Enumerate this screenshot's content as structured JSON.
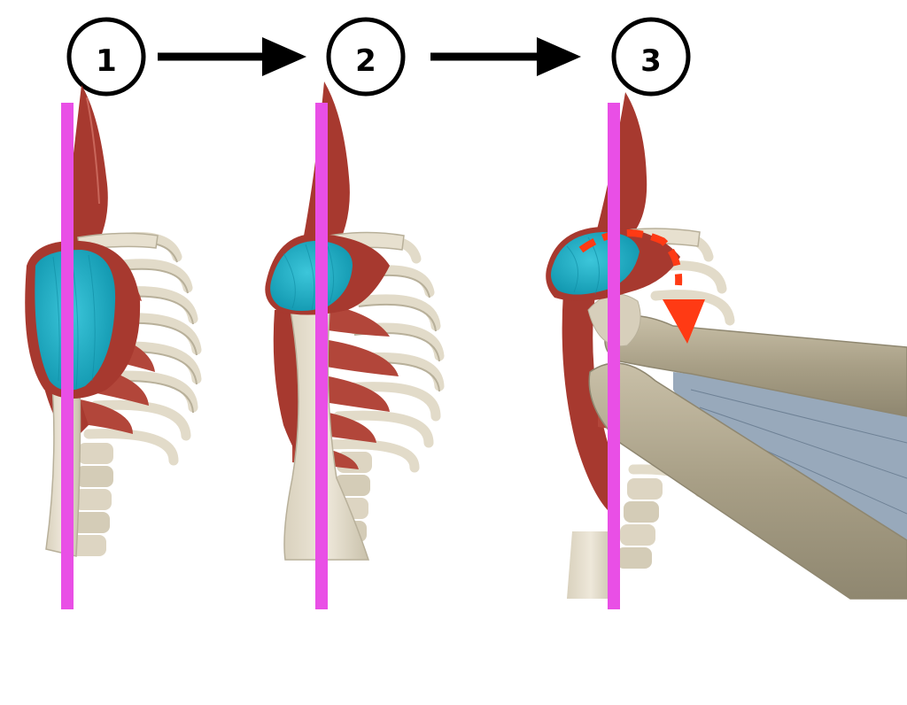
{
  "steps": [
    {
      "label": "1"
    },
    {
      "label": "2"
    },
    {
      "label": "3"
    }
  ],
  "colors": {
    "reference_line": "#e94fe6",
    "deltoid_highlight": "#1ab2c8",
    "muscle": "#b2463a",
    "muscle_dark": "#8e2f27",
    "bone": "#e3dccb",
    "bone_shade": "#b8b09a",
    "motion_arrow": "#ff3a14",
    "step_arrow": "#000000",
    "forearm_band": "#8da0b4"
  },
  "icons": [
    "right-arrow-icon",
    "right-arrow-icon",
    "down-arrow-icon"
  ]
}
